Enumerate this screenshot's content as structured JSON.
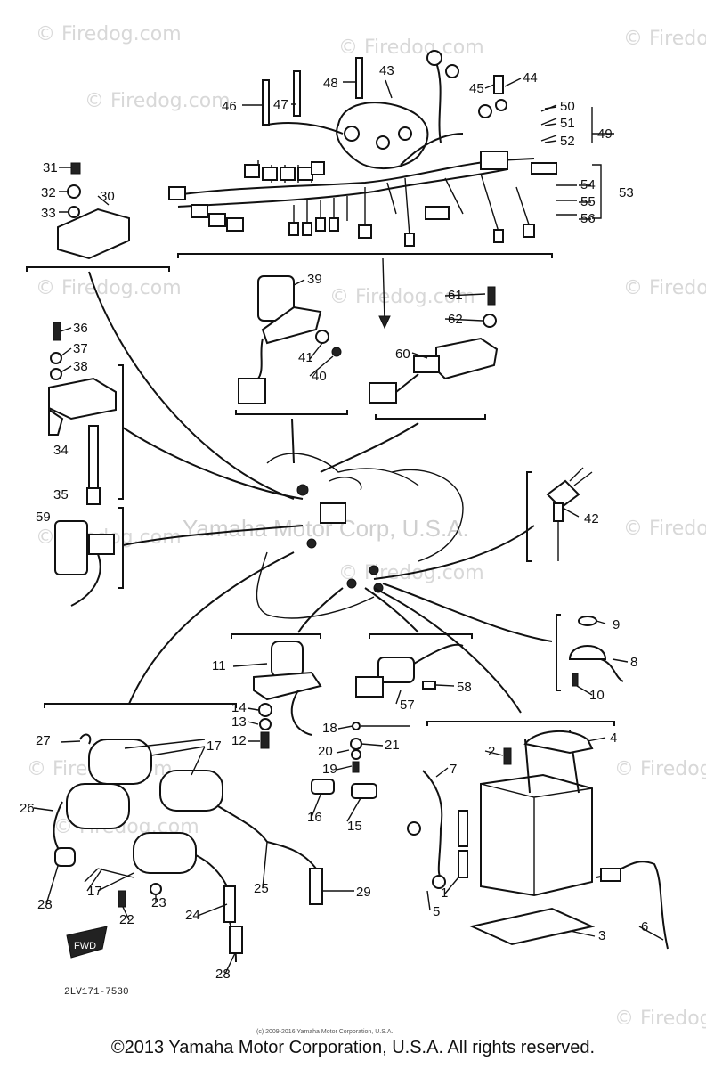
{
  "watermark": {
    "site": "© Firedog.com",
    "center": "Yamaha Motor Corp, U.S.A."
  },
  "fine_print": "(c) 2009-2016 Yamaha Motor Corporation, U.S.A.",
  "diagram_code": "2LV171-7530",
  "fwd_label": "FWD",
  "footer": "©2013 Yamaha Motor Corporation, U.S.A. All rights reserved.",
  "callouts": {
    "c1": "1",
    "c2": "2",
    "c3": "3",
    "c4": "4",
    "c5": "5",
    "c6": "6",
    "c7": "7",
    "c8": "8",
    "c9": "9",
    "c10": "10",
    "c11": "11",
    "c12": "12",
    "c13": "13",
    "c14": "14",
    "c15": "15",
    "c16": "16",
    "c17a": "17",
    "c17b": "17",
    "c18": "18",
    "c19": "19",
    "c20": "20",
    "c21": "21",
    "c22": "22",
    "c23": "23",
    "c24": "24",
    "c25": "25",
    "c26": "26",
    "c27": "27",
    "c28a": "28",
    "c28b": "28",
    "c29": "29",
    "c30": "30",
    "c31": "31",
    "c32": "32",
    "c33": "33",
    "c34": "34",
    "c35": "35",
    "c36": "36",
    "c37": "37",
    "c38": "38",
    "c39": "39",
    "c40": "40",
    "c41": "41",
    "c42": "42",
    "c43": "43",
    "c44": "44",
    "c45": "45",
    "c46": "46",
    "c47": "47",
    "c48": "48",
    "c49": "49",
    "c50": "50",
    "c51": "51",
    "c52": "52",
    "c53": "53",
    "c54": "54",
    "c55": "55",
    "c56": "56",
    "c57": "57",
    "c58": "58",
    "c59": "59",
    "c60": "60",
    "c61": "61",
    "c62": "62"
  }
}
